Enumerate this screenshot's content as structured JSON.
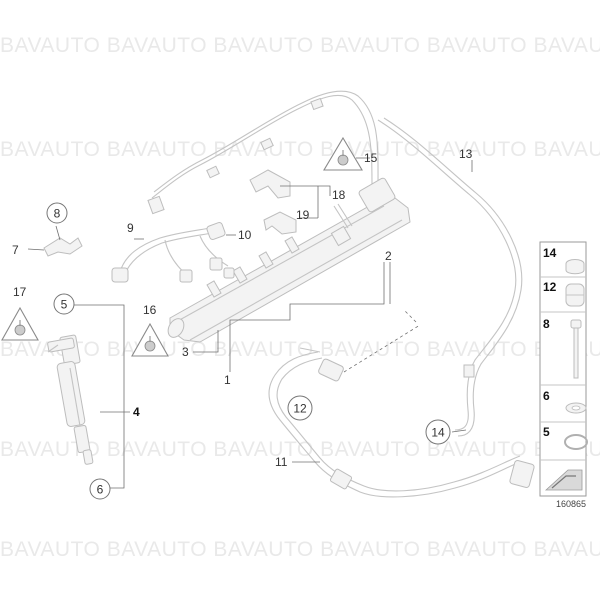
{
  "watermark": {
    "text": "BAVAUTO BAVAUTO BAVAUTO BAVAUTO BAVAUTO BAVAUTO",
    "rows": 5
  },
  "diagram": {
    "id": "160865",
    "callouts": {
      "c1": "1",
      "c2": "2",
      "c3": "3",
      "c4": "4",
      "c5": "5",
      "c6": "6",
      "c7": "7",
      "c8": "8",
      "c9": "9",
      "c10": "10",
      "c11": "11",
      "c12": "12",
      "c13": "13",
      "c14": "14",
      "c15": "15",
      "c16": "16",
      "c17": "17",
      "c18": "18",
      "c19": "19"
    },
    "legend": [
      "14",
      "12",
      "8",
      "6",
      "5"
    ],
    "colors": {
      "part_stroke": "#c4c4c4",
      "leader": "#707070",
      "watermark": "#e9e9e9"
    }
  }
}
